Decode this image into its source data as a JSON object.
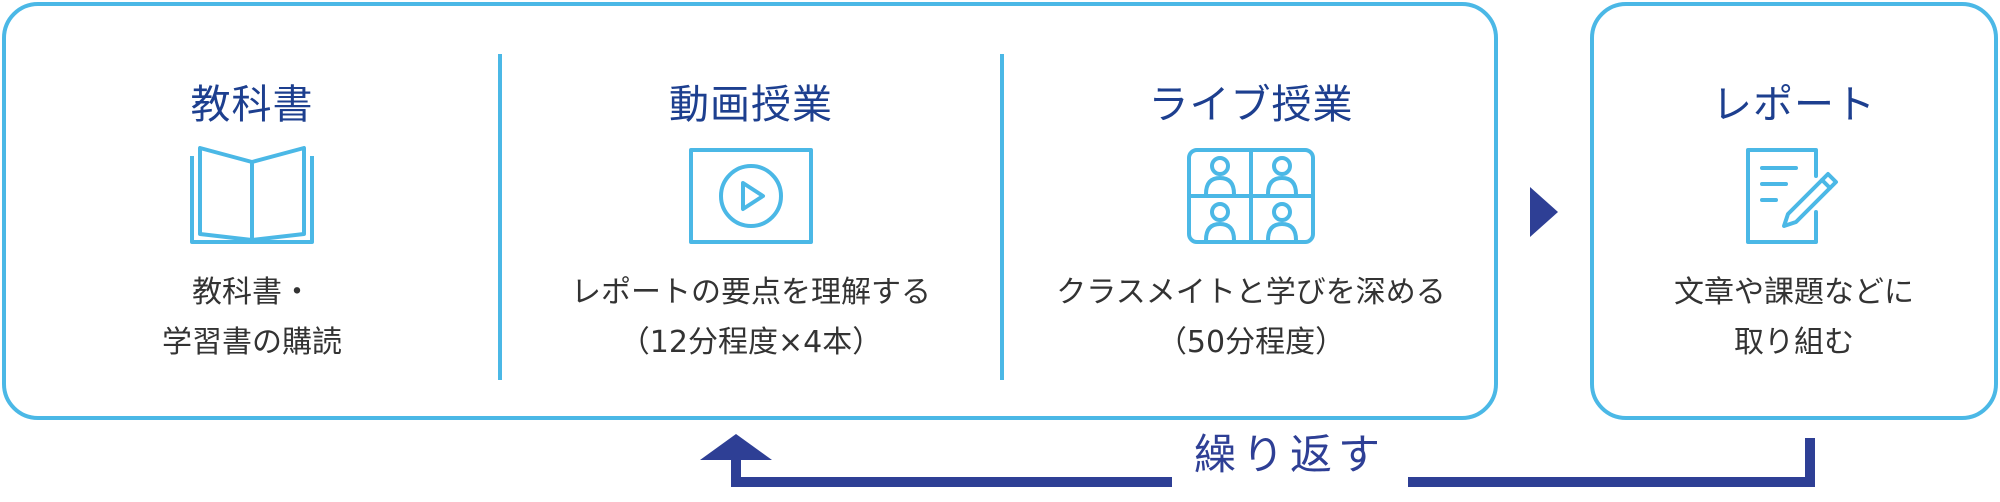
{
  "colors": {
    "border": "#4bb8e6",
    "title": "#1d3f8f",
    "arrow": "#2e3f95",
    "text": "#333333"
  },
  "columns": [
    {
      "title": "教科書",
      "icon": "open-book-icon",
      "desc": [
        "教科書・",
        "学習書の購読"
      ]
    },
    {
      "title": "動画授業",
      "icon": "video-play-icon",
      "desc": [
        "レポートの要点を理解する",
        "（12分程度×4本）"
      ]
    },
    {
      "title": "ライブ授業",
      "icon": "video-conference-icon",
      "desc": [
        "クラスメイトと学びを深める",
        "（50分程度）"
      ]
    }
  ],
  "report": {
    "title": "レポート",
    "icon": "document-pen-icon",
    "desc": [
      "文章や課題などに",
      "取り組む"
    ]
  },
  "loop": {
    "label": "繰り返す"
  }
}
